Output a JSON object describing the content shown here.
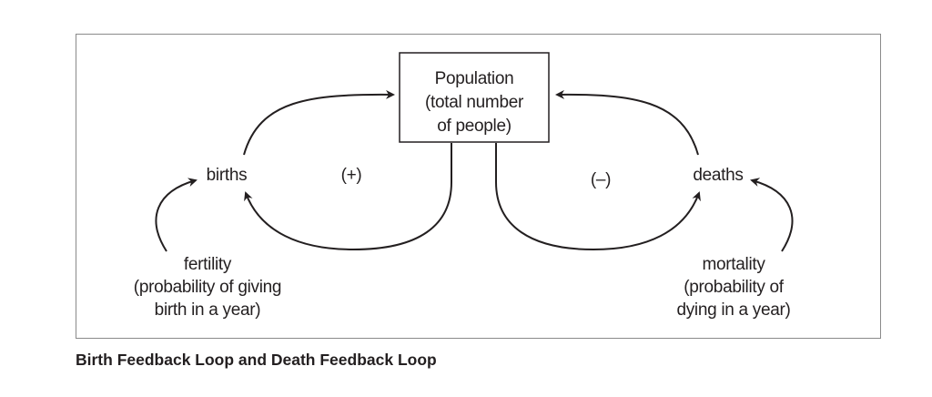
{
  "diagram": {
    "population": {
      "line1": "Population",
      "line2": "(total number",
      "line3": "of people)"
    },
    "births": "births",
    "deaths": "deaths",
    "positive_sign": "(+)",
    "negative_sign": "(–)",
    "fertility": {
      "line1": "fertility",
      "line2": "(probability of giving",
      "line3": "birth in a year)"
    },
    "mortality": {
      "line1": "mortality",
      "line2": "(probability of",
      "line3": "dying in a year)"
    }
  },
  "caption": "Birth Feedback Loop and Death Feedback Loop"
}
